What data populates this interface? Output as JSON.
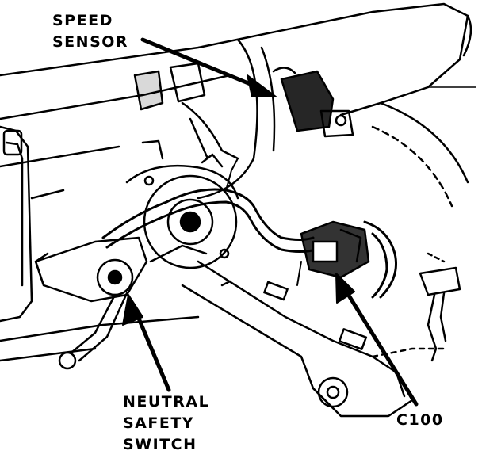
{
  "labels": {
    "speed_sensor": [
      "SPEED",
      "SENSOR"
    ],
    "neutral_safety_switch": [
      "NEUTRAL",
      "SAFETY",
      "SWITCH"
    ],
    "c100": "C100"
  },
  "colors": {
    "ink": "#000000",
    "paper": "#ffffff"
  }
}
